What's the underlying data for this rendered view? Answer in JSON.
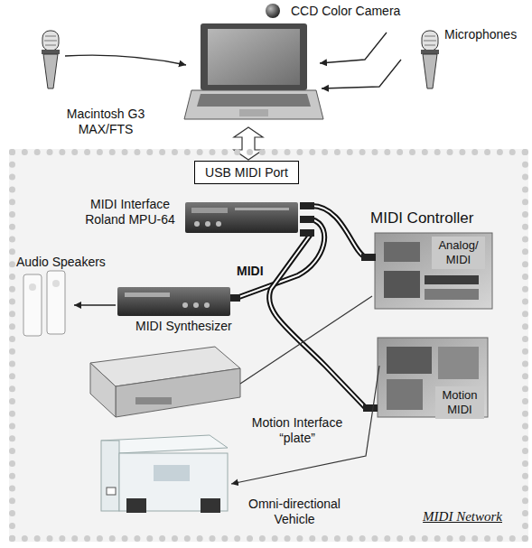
{
  "diagram": {
    "nodes": [
      {
        "text": [
          "MIDI Network"
        ]
      },
      {
        "text": [
          "USB MIDI Port"
        ]
      },
      {
        "text": [
          "Analog/ MIDI"
        ],
        "in": 0
      },
      {
        "text": [
          "Motion MIDI"
        ],
        "in": 0
      }
    ],
    "labels": [
      "CCD Color Camera",
      "Microphones",
      "Macintosh G3 MAX/FTS",
      "MIDI Interface Roland MPU-64",
      "MIDI Controller",
      "Audio Speakers",
      "MIDI",
      "MIDI Synthesizer",
      "Motion Interface “plate”",
      "Omni-directional Vehicle"
    ]
  }
}
